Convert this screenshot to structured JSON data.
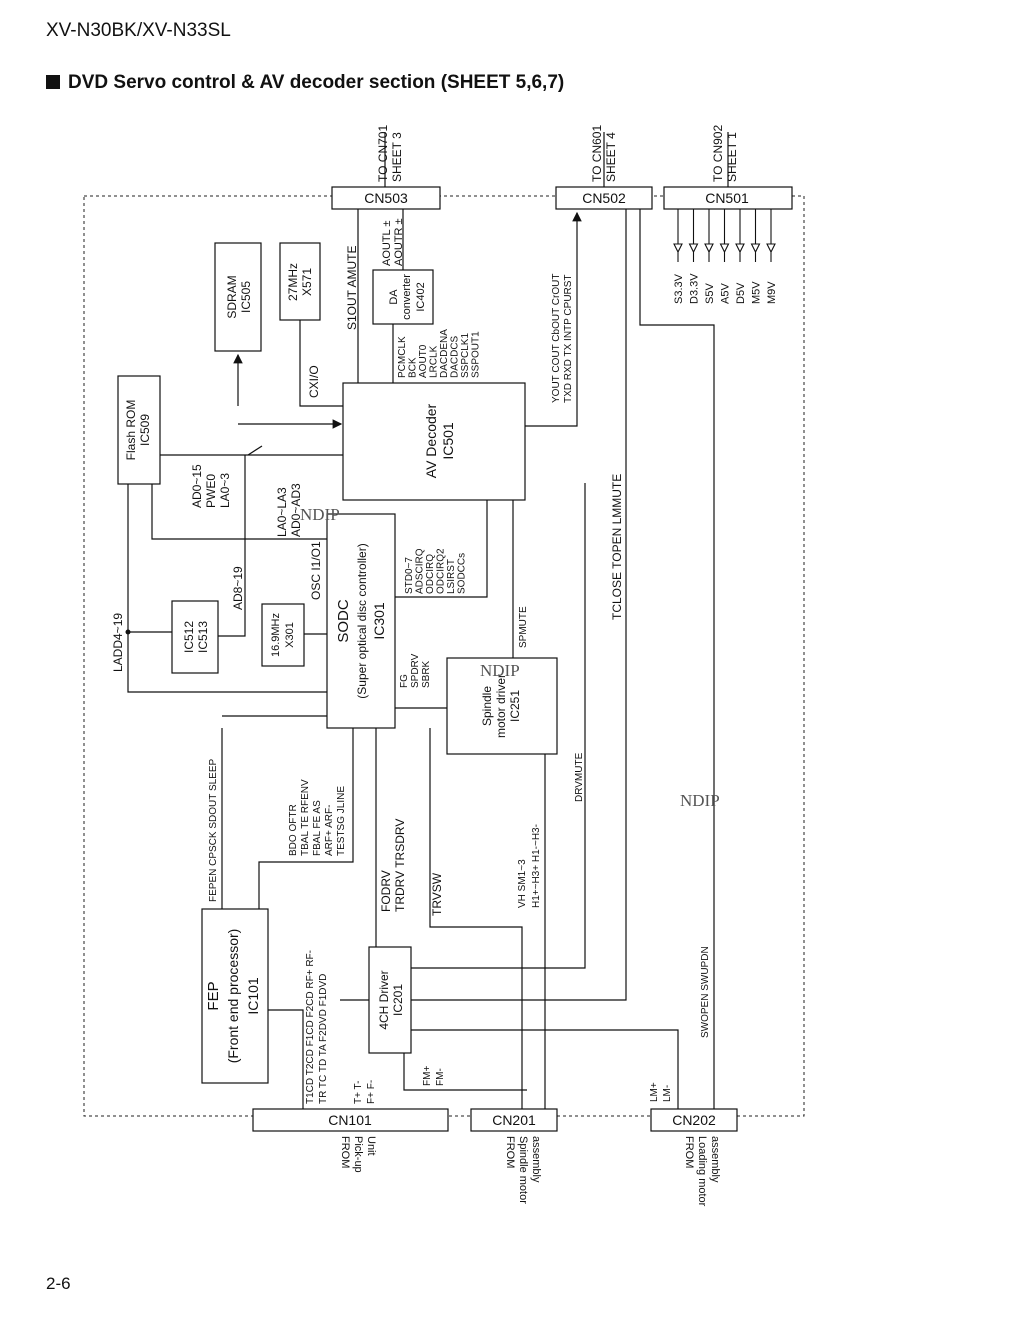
{
  "header": {
    "model": "XV-N30BK/XV-N33SL",
    "title": "DVD Servo control & AV decoder section (SHEET 5,6,7)"
  },
  "page_number": "2-6",
  "watermark": "NDIP",
  "connectors": {
    "cn503": {
      "label": "CN503",
      "dest1": "TO CN701",
      "dest2": "SHEET 3"
    },
    "cn502": {
      "label": "CN502",
      "dest1": "TO CN601",
      "dest2": "SHEET 4"
    },
    "cn501": {
      "label": "CN501",
      "dest1": "TO CN902",
      "dest2": "SHEET 1"
    },
    "cn101": {
      "label": "CN101",
      "src1": "FROM",
      "src2": "Pick-up",
      "src3": "Unit"
    },
    "cn201": {
      "label": "CN201",
      "src1": "FROM",
      "src2": "Spindle motor",
      "src3": "assembly"
    },
    "cn202": {
      "label": "CN202",
      "src1": "FROM",
      "src2": "Loading motor",
      "src3": "assembly"
    }
  },
  "blocks": {
    "sdram": {
      "l1": "SDRAM",
      "l2": "IC505"
    },
    "xtal27": {
      "l1": "27MHz",
      "l2": "X571"
    },
    "da": {
      "l1": "DA",
      "l2": "converter",
      "l3": "IC402"
    },
    "flash": {
      "l1": "Flash ROM",
      "l2": "IC509"
    },
    "av": {
      "l1": "AV Decoder",
      "l2": "IC501"
    },
    "sodc": {
      "l1": "SODC",
      "l2": "(Super optical disc controller)",
      "l3": "IC301"
    },
    "ic512": {
      "l1": "IC512",
      "l2": "IC513"
    },
    "xtal169": {
      "l1": "16.9MHz",
      "l2": "X301"
    },
    "spindle": {
      "l1": "Spindle",
      "l2": "motor driver",
      "l3": "IC251"
    },
    "fep": {
      "l1": "FEP",
      "l2": "(Front end processor)",
      "l3": "IC101"
    },
    "drv4ch": {
      "l1": "4CH Driver",
      "l2": "IC201"
    }
  },
  "power_outputs": [
    "S3.3V",
    "D3.3V",
    "S5V",
    "A5V",
    "D5V",
    "M5V",
    "M9V"
  ],
  "signals": {
    "s1out": "S1OUT AMUTE",
    "aoutl": "AOUTL ±",
    "aoutr": "AOUTR ±",
    "cxio": "CXI/O",
    "da_bus": [
      "PCMCLK",
      "BCK",
      "AOUT0",
      "LRCLK",
      "DACDENA",
      "DACDCS",
      "SSPCLK1",
      "SSPOUT1"
    ],
    "video1": "YOUT  COUT  CbOUT  CrOUT",
    "video2": "TXD  RXD  TX  INTP  CPURST",
    "ad0": "AD0~15",
    "pwe0": "PWE0",
    "la03": "LA0~3",
    "la0la3": "LA0~LA3",
    "ad0ad3": "AD0~AD3",
    "ad819": "AD8~19",
    "ladd": "LADD4~19",
    "osc": "OSC I1/O1",
    "std_bus": [
      "STD0~7",
      "ADSCIRQ",
      "ODCIRQ",
      "ODCIRQ2",
      "LSIRST",
      "SODCCs"
    ],
    "spmute": "SPMUTE",
    "tclose": "TCLOSE  TOPEN  LMMUTE",
    "fg_bus": [
      "FG",
      "SPDRV",
      "SBRK"
    ],
    "drvmute": "DRVMUTE",
    "fepen": "FEPEN  CPSCK  SDOUT  SLEEP",
    "bdo_bus": [
      "BDO  OFTR",
      "TBAL  TE  RFENV",
      "FBAL  FE  AS",
      "ARF+  ARF-",
      "TESTSG  JLINE"
    ],
    "fodrv": "FODRV",
    "trdrv": "TRDRV  TRSDRV",
    "trvsw": "TRVSW",
    "vh": "VH  SM1~3",
    "h1": "H1+~H3+  H1-~H3-",
    "pickup1": "T1CD T2CD F1CD F2CD RF+ RF-",
    "pickup2": "TR TC TD TA F2DVD F1DVD",
    "tt": "T+  T-",
    "ff": "F+  F-",
    "fmp": "FM+",
    "fmm": "FM-",
    "lmp": "LM+",
    "lmm": "LM-",
    "swopen": "SWOPEN SWUPDN"
  }
}
